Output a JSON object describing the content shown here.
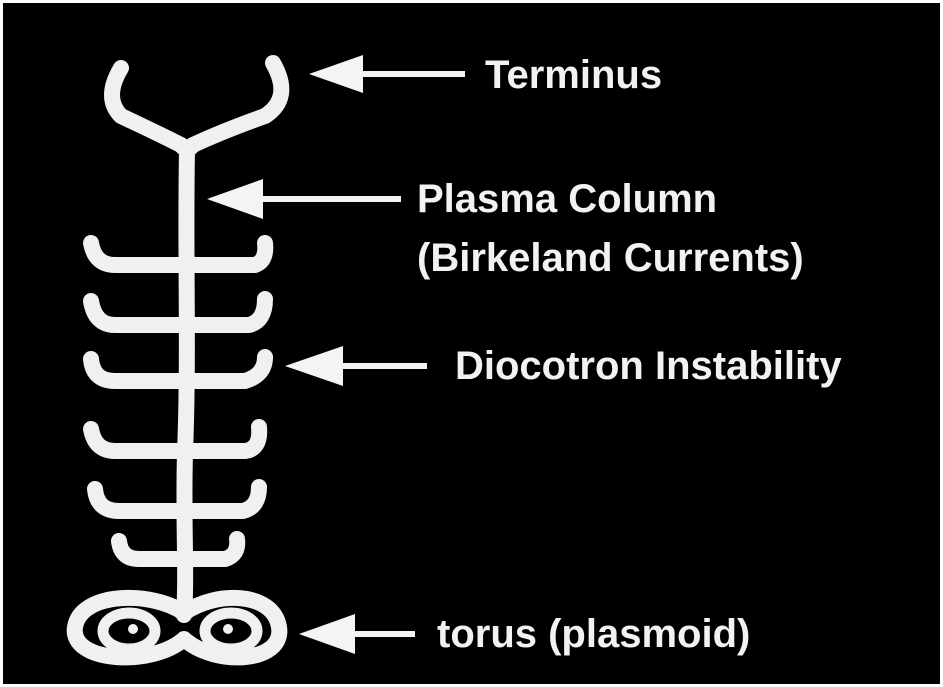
{
  "labels": {
    "terminus": "Terminus",
    "plasma_column_line1": "Plasma Column",
    "plasma_column_line2": "(Birkeland Currents)",
    "diocotron": "Diocotron Instability",
    "torus": "torus (plasmoid)"
  },
  "colors": {
    "background": "#000000",
    "foreground": "#f0f0f0",
    "border": "#ffffff"
  }
}
